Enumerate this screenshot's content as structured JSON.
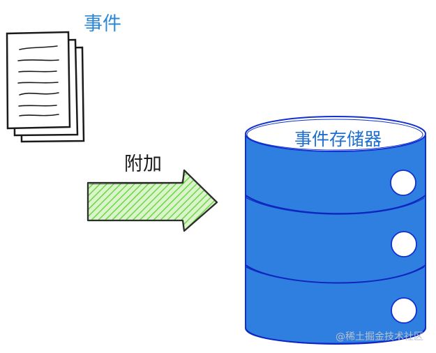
{
  "labels": {
    "events": "事件",
    "append": "附加",
    "event_store": "事件存储器"
  },
  "watermark": "@稀土掘金技术社区",
  "colors": {
    "events_text": "#2b88d8",
    "arrow_fill": "#8fdf6a",
    "cylinder_fill": "#2f7fe0",
    "cylinder_stroke": "#1030d0",
    "outline": "#1a1a1a"
  },
  "icons": [
    "documents-icon",
    "right-arrow-icon",
    "database-icon"
  ]
}
